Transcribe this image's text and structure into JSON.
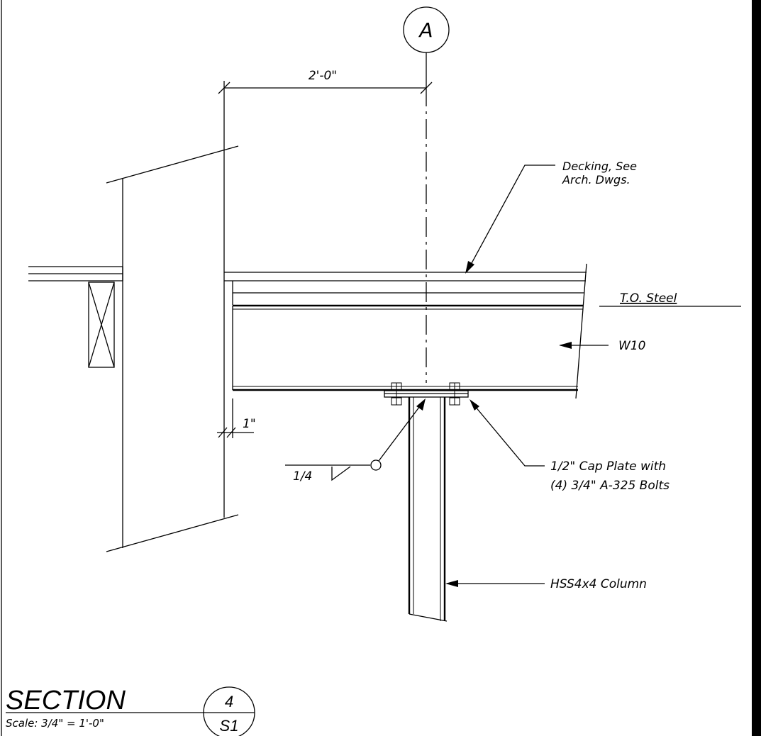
{
  "grid_bubble": {
    "label": "A"
  },
  "dimensions": {
    "offset_to_grid": "2'-0\"",
    "gap": "1\""
  },
  "callouts": {
    "decking_line1": "Decking, See",
    "decking_line2": "Arch. Dwgs.",
    "top_of_steel": "T.O. Steel",
    "beam": "W10",
    "cap_plate_line1": "1/2\" Cap Plate with",
    "cap_plate_line2": "(4) 3/4\" A-325 Bolts",
    "column": "HSS4x4 Column",
    "weld_size": "1/4"
  },
  "title_block": {
    "title": "SECTION",
    "scale": "Scale:  3/4\" = 1'-0\"",
    "detail_number": "4",
    "sheet_number": "S1"
  },
  "colors": {
    "ink": "#000000",
    "paper": "#ffffff"
  }
}
